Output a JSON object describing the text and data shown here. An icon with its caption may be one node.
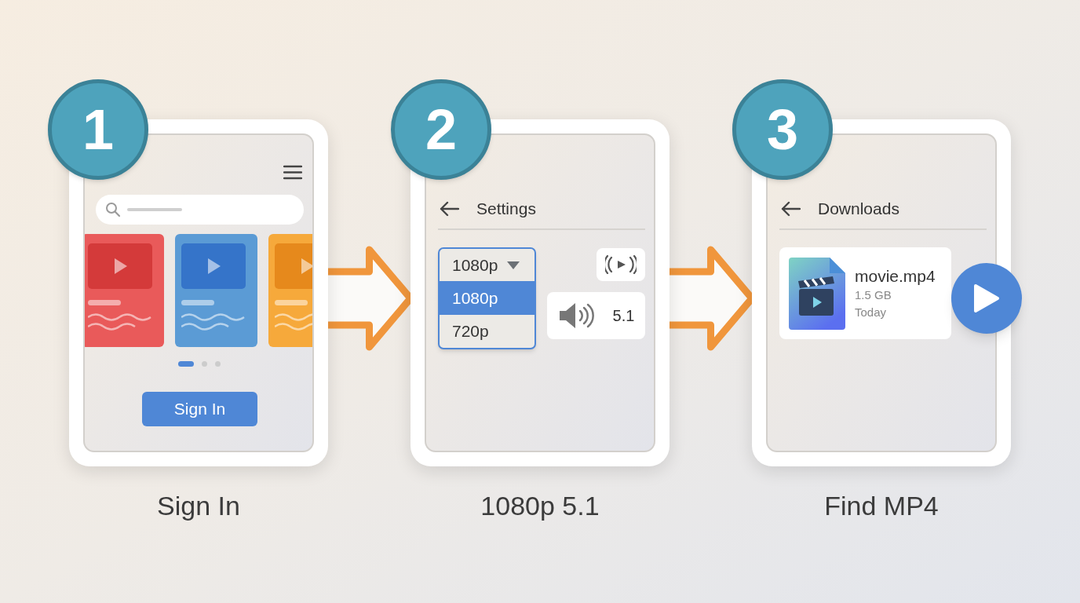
{
  "diagram": {
    "nodes": [
      {
        "text": [],
        "shape": "box",
        "beside": [
          "Sign In"
        ]
      },
      {
        "text": [
          "1"
        ]
      },
      {
        "text": [
          "Sign In"
        ],
        "in": 0
      },
      {
        "text": [],
        "shape": "box",
        "beside": [
          "1080p 5.1"
        ]
      },
      {
        "text": [
          "2"
        ]
      },
      {
        "text": [
          "1080p",
          "1080p",
          "720p"
        ],
        "in": 3
      },
      {
        "text": [],
        "shape": "box",
        "in": 3
      },
      {
        "text": [
          "5.1"
        ],
        "in": 3
      },
      {
        "text": [],
        "shape": "box",
        "beside": [
          "Find MP4"
        ]
      },
      {
        "text": [
          "3"
        ]
      },
      {
        "text": [
          "movie.mp4",
          "1.5 GB",
          "Today"
        ],
        "in": 8
      }
    ],
    "edges": [
      {
        "from": 0,
        "to": 3,
        "arrow": "to"
      },
      {
        "from": 3,
        "to": 8,
        "arrow": "to"
      }
    ],
    "labels": [
      "Settings",
      "Downloads"
    ]
  }
}
